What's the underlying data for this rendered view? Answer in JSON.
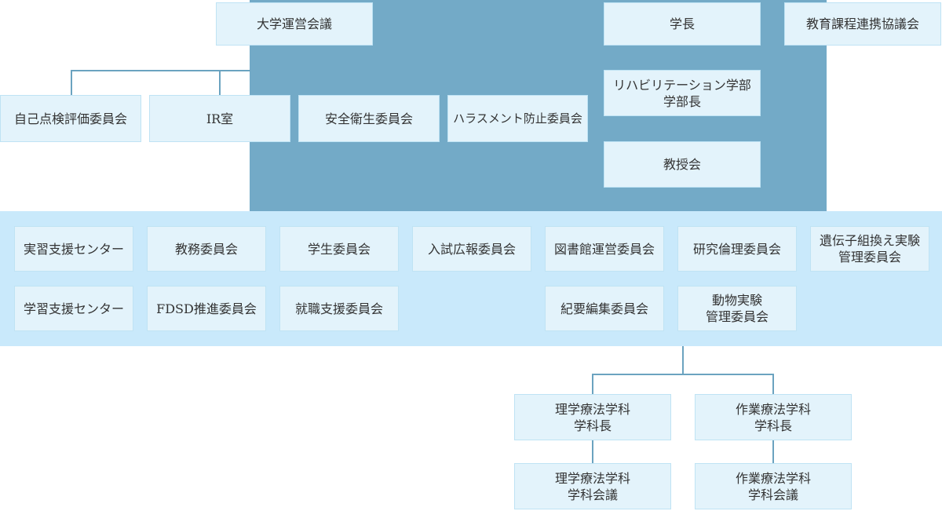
{
  "colors": {
    "dark_panel": "#73aac7",
    "band": "#c9e9fb",
    "node_fill": "#e3f3fb",
    "node_border": "#bfe3f4",
    "connector": "#6ba3c0",
    "text": "#333333"
  },
  "org_chart": {
    "nodes": [
      {
        "id": "univ-council",
        "label": "大学運営会議"
      },
      {
        "id": "president",
        "label": "学長"
      },
      {
        "id": "curriculum-council",
        "label": "教育課程連携協議会"
      },
      {
        "id": "self-inspection",
        "label": "自己点検評価委員会"
      },
      {
        "id": "ir-office",
        "label": "IR室"
      },
      {
        "id": "safety-health",
        "label": "安全衛生委員会"
      },
      {
        "id": "harassment",
        "label": "ハラスメント防止委員会"
      },
      {
        "id": "dean",
        "label": "リハビリテーション学部\n学部長"
      },
      {
        "id": "faculty-meeting",
        "label": "教授会"
      },
      {
        "id": "training-support",
        "label": "実習支援センター"
      },
      {
        "id": "academic-affairs",
        "label": "教務委員会"
      },
      {
        "id": "student-committee",
        "label": "学生委員会"
      },
      {
        "id": "admissions-pr",
        "label": "入試広報委員会"
      },
      {
        "id": "library",
        "label": "図書館運営委員会"
      },
      {
        "id": "research-ethics",
        "label": "研究倫理委員会"
      },
      {
        "id": "gene-recombination",
        "label": "遺伝子組換え実験\n管理委員会"
      },
      {
        "id": "learning-support",
        "label": "学習支援センター"
      },
      {
        "id": "fdsd",
        "label": "FDSD推進委員会"
      },
      {
        "id": "career-support",
        "label": "就職支援委員会"
      },
      {
        "id": "bulletin",
        "label": "紀要編集委員会"
      },
      {
        "id": "animal-experiment",
        "label": "動物実験\n管理委員会"
      },
      {
        "id": "pt-head",
        "label": "理学療法学科\n学科長"
      },
      {
        "id": "ot-head",
        "label": "作業療法学科\n学科長"
      },
      {
        "id": "pt-meeting",
        "label": "理学療法学科\n学科会議"
      },
      {
        "id": "ot-meeting",
        "label": "作業療法学科\n学科会議"
      }
    ]
  }
}
